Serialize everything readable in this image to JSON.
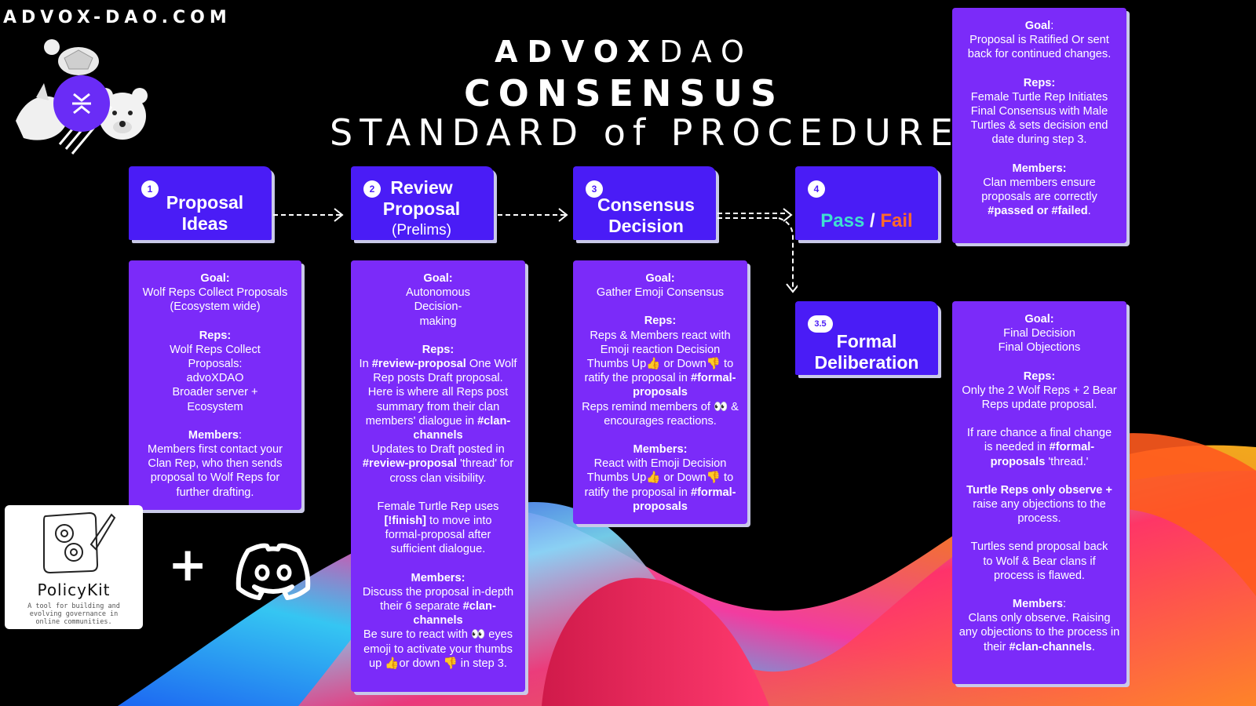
{
  "site_url": "ADVOX-DAO.COM",
  "title": {
    "brand_bold": "ADVOX",
    "brand_light": "DAO",
    "line2": "CONSENSUS",
    "line3": "STANDARD of PROCEDURE"
  },
  "steps": [
    {
      "num": "1",
      "label": "Proposal Ideas"
    },
    {
      "num": "2",
      "label": "Review Proposal",
      "sub": "(Prelims)"
    },
    {
      "num": "3",
      "label": "Consensus Decision"
    },
    {
      "num": "4",
      "pass": "Pass",
      "sep": " / ",
      "fail": "Fail"
    },
    {
      "num": "3.5",
      "label": "Formal Deliberation"
    }
  ],
  "cards": {
    "step1": {
      "goal_h": "Goal:",
      "goal": "Wolf Reps Collect Proposals (Ecosystem wide)",
      "reps_h": "Reps:",
      "reps": "Wolf Reps Collect Proposals: advoXDAO Broader server + Ecosystem",
      "members_h": "Members",
      "members": "Members first contact your Clan Rep, who then sends proposal to Wolf Reps for further drafting."
    },
    "step2": {
      "goal_h": "Goal:",
      "goal": "Autonomous Decision-making",
      "reps_h": "Reps:",
      "reps_a": "In ",
      "reps_b": "#review-proposal",
      "reps_c": " One Wolf Rep posts Draft proposal.",
      "reps_d": "Here is where all Reps post summary from their clan members' dialogue in ",
      "reps_e": "#clan-channels",
      "reps_f": "Updates to Draft posted in ",
      "reps_g": "#review-proposal",
      "reps_h2": " 'thread' for cross clan visibility.",
      "turtle_a": "Female Turtle Rep uses ",
      "turtle_b": "[!finish]",
      "turtle_c": " to move into formal-proposal after sufficient dialogue.",
      "members_h": "Members:",
      "members_a": "Discuss the proposal in-depth their 6 separate ",
      "members_b": "#clan-channels",
      "members_c": "Be sure to react with 👀 eyes emoji to activate your thumbs up 👍or down 👎 in step 3."
    },
    "step3": {
      "goal_h": "Goal:",
      "goal": "Gather Emoji Consensus",
      "reps_h": "Reps:",
      "reps_a": "Reps & Members react with Emoji reaction Decision Thumbs Up👍 or Down👎 to ratify the proposal in ",
      "reps_b": "#formal-proposals",
      "reps_c": "Reps remind members of 👀 & encourages reactions.",
      "members_h": "Members:",
      "members_a": "React with Emoji Decision Thumbs Up👍 or Down👎 to ratify the proposal in ",
      "members_b": "#formal-proposals"
    },
    "step4": {
      "goal_h": "Goal",
      "goal": "Proposal is Ratified Or sent back for continued changes.",
      "reps_h": "Reps:",
      "reps": "Female Turtle Rep Initiates Final Consensus with Male Turtles & sets decision end date during step 3.",
      "members_h": "Members:",
      "members_a": "Clan members ensure proposals are correctly ",
      "members_b": "#passed or #failed",
      "members_c": "."
    },
    "step35": {
      "goal_h": "Goal:",
      "goal": "Final Decision Final Objections",
      "reps_h": "Reps:",
      "reps": "Only the 2 Wolf Reps + 2 Bear Reps update proposal.",
      "rare_a": "If rare chance a final change is needed in ",
      "rare_b": "#formal-proposals",
      "rare_c": " 'thread.'",
      "turtle_a": "Turtle Reps only observe +",
      "turtle_b": " raise any objections to the process.",
      "send": "Turtles send proposal back to Wolf & Bear clans if process is flawed.",
      "members_h": "Members",
      "members_a": "Clans only observe. Raising any objections to the process in their ",
      "members_b": "#clan-channels",
      "members_c": "."
    }
  },
  "policykit": {
    "name": "PolicyKit",
    "tagline": "A tool for building and evolving governance in online communities."
  },
  "plus": "+",
  "colors": {
    "header_blue": "#4a1cf6",
    "card_purple": "#7b2bf9",
    "pass_teal": "#3fe0d0",
    "fail_orange": "#ff6a2a",
    "background": "#000000"
  },
  "icons": [
    "mascots-logo",
    "policykit-logo",
    "discord-icon"
  ]
}
